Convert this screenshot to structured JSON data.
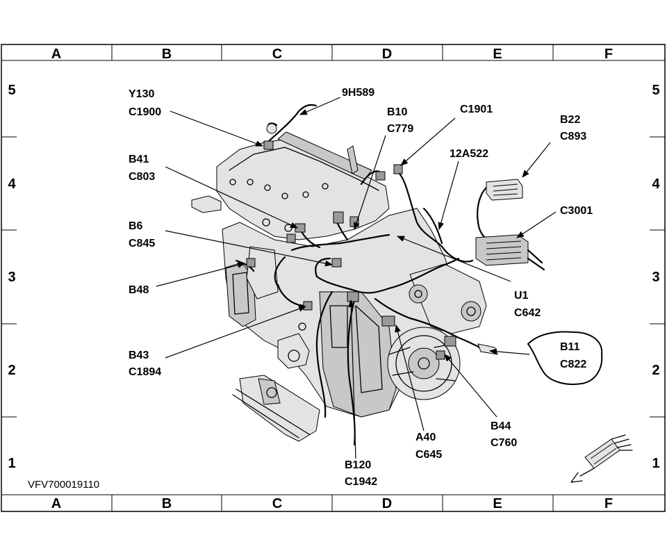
{
  "grid": {
    "columns": [
      "A",
      "B",
      "C",
      "D",
      "E",
      "F"
    ],
    "rows": [
      "5",
      "4",
      "3",
      "2",
      "1"
    ]
  },
  "document_id": "VFV700019110",
  "callouts": {
    "y130": [
      "Y130",
      "C1900"
    ],
    "h9589": [
      "9H589"
    ],
    "b10": [
      "B10",
      "C779"
    ],
    "c1901": [
      "C1901"
    ],
    "b22": [
      "B22",
      "C893"
    ],
    "b41": [
      "B41",
      "C803"
    ],
    "a12522": [
      "12A522"
    ],
    "c3001": [
      "C3001"
    ],
    "b6": [
      "B6",
      "C845"
    ],
    "b48": [
      "B48"
    ],
    "u1": [
      "U1",
      "C642"
    ],
    "b11": [
      "B11",
      "C822"
    ],
    "b43": [
      "B43",
      "C1894"
    ],
    "a40": [
      "A40",
      "C645"
    ],
    "b44": [
      "B44",
      "C760"
    ],
    "b120": [
      "B120",
      "C1942"
    ]
  }
}
